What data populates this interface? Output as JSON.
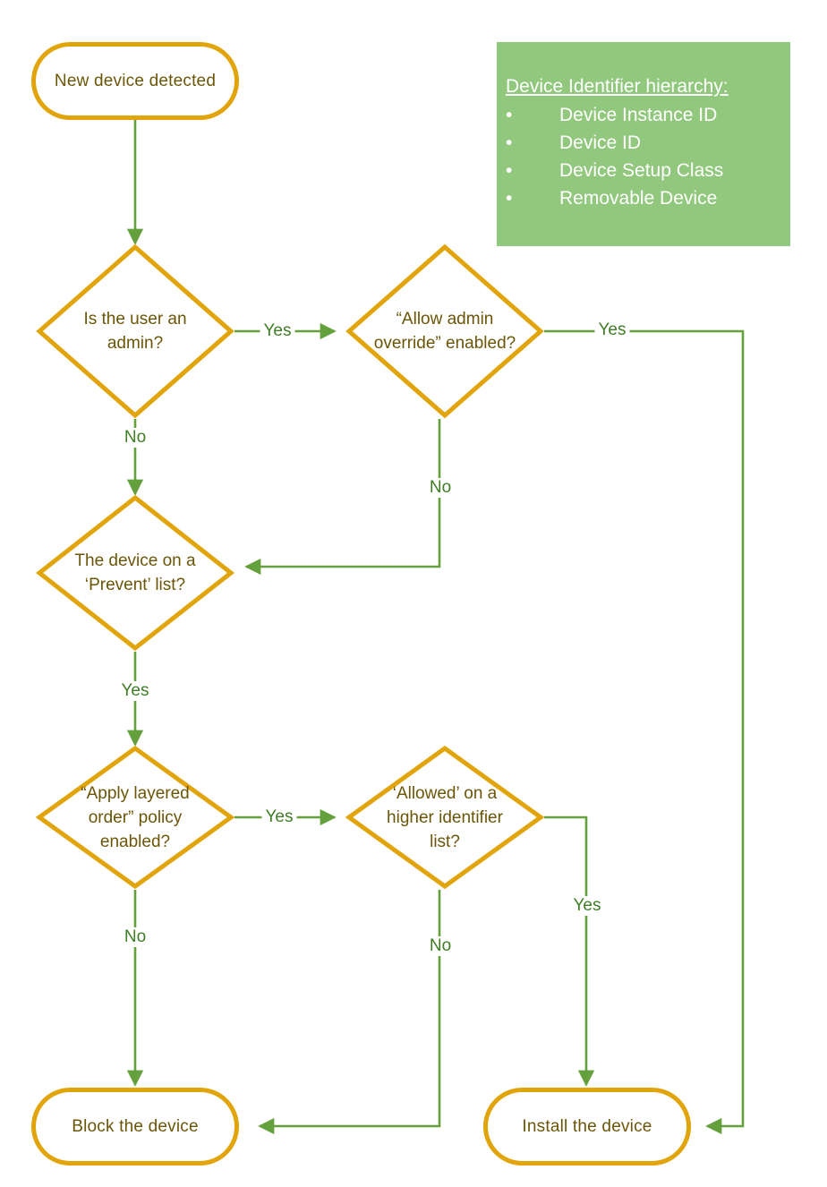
{
  "diagram": {
    "type": "flowchart",
    "title": "Device installation policy evaluation flow",
    "colors": {
      "node_border": "#E2A40B",
      "node_text": "#6B5608",
      "connector": "#64A03C",
      "legend_background": "#92C87E",
      "legend_text": "#FFFFFF",
      "edge_label_text": "#3F7E25",
      "canvas_background": "#FFFFFF"
    }
  },
  "legend": {
    "title": "Device Identifier hierarchy:",
    "bullet_glyph": "•",
    "items": [
      "Device Instance ID",
      "Device ID",
      "Device Setup Class",
      "Removable Device"
    ]
  },
  "nodes": {
    "start": {
      "label": "New device detected",
      "shape": "terminal"
    },
    "is_admin": {
      "label": "Is the user an admin?",
      "shape": "diamond"
    },
    "allow_admin_override": {
      "label": "“Allow admin override” enabled?",
      "shape": "diamond"
    },
    "prevent_list": {
      "label": "The device on a ‘Prevent’ list?",
      "shape": "diamond"
    },
    "layered_order": {
      "label": "“Apply layered order” policy enabled?",
      "shape": "diamond"
    },
    "allowed_higher": {
      "label": "‘Allowed’ on a higher identifier list?",
      "shape": "diamond"
    },
    "block_device": {
      "label": "Block the device",
      "shape": "terminal"
    },
    "install_device": {
      "label": "Install the device",
      "shape": "terminal"
    }
  },
  "edges": [
    {
      "from": "start",
      "to": "is_admin",
      "label": ""
    },
    {
      "from": "is_admin",
      "to": "allow_admin_override",
      "label": "Yes"
    },
    {
      "from": "is_admin",
      "to": "prevent_list",
      "label": "No"
    },
    {
      "from": "allow_admin_override",
      "to": "install_device",
      "label": "Yes"
    },
    {
      "from": "allow_admin_override",
      "to": "prevent_list",
      "label": "No"
    },
    {
      "from": "prevent_list",
      "to": "layered_order",
      "label": "Yes"
    },
    {
      "from": "layered_order",
      "to": "allowed_higher",
      "label": "Yes"
    },
    {
      "from": "layered_order",
      "to": "block_device",
      "label": "No"
    },
    {
      "from": "allowed_higher",
      "to": "install_device",
      "label": "Yes"
    },
    {
      "from": "allowed_higher",
      "to": "block_device",
      "label": "No"
    }
  ],
  "edge_labels": {
    "is_admin_yes": "Yes",
    "is_admin_no": "No",
    "override_yes": "Yes",
    "override_no": "No",
    "prevent_yes": "Yes",
    "layered_yes": "Yes",
    "layered_no": "No",
    "allowed_yes": "Yes",
    "allowed_no": "No"
  }
}
